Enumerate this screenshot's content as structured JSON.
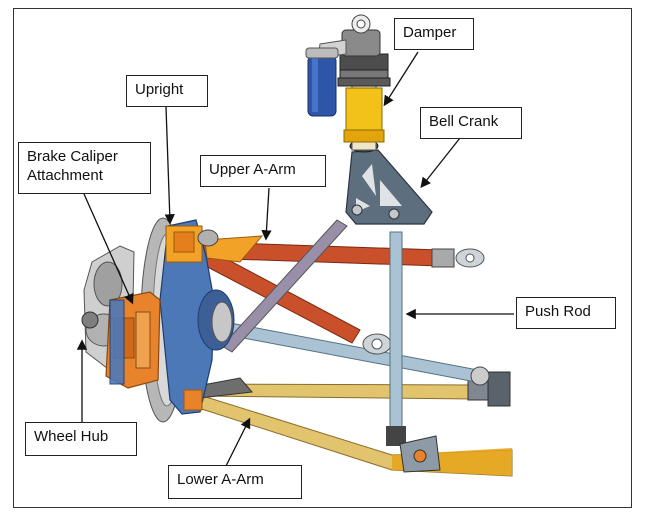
{
  "labels": {
    "damper": "Damper",
    "upright": "Upright",
    "bell_crank": "Bell Crank",
    "brake_caliper": "Brake Caliper Attachment",
    "upper_a_arm": "Upper A-Arm",
    "push_rod": "Push Rod",
    "wheel_hub": "Wheel Hub",
    "lower_a_arm": "Lower A-Arm"
  },
  "colors": {
    "upper_a_arm": "#c9502b",
    "lower_a_arm": "#e2c36e",
    "push_rod": "#aac3d4",
    "upright": "#4c78b8",
    "caliper": "#e8832c",
    "bell_crank": "#5d6f7f",
    "damper_body": "#f2c21a",
    "reservoir": "#2d55a8",
    "tie_rod": "#9a8fa8"
  },
  "icons": {
    "assembly": "suspension-assembly-illustration"
  }
}
